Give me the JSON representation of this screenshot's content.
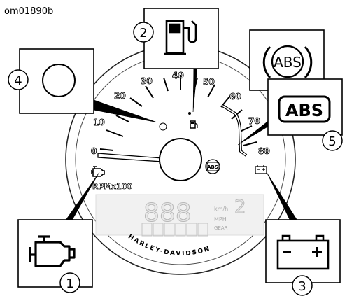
{
  "figure_id": "om01890b",
  "gauge": {
    "speed_ticks": [
      "0",
      "10",
      "20",
      "30",
      "40",
      "50",
      "60",
      "70",
      "80"
    ],
    "tach_label_rpm": "RPM",
    "tach_label_mult": "x100",
    "brand": "HARLEY-DAVIDSON",
    "unit_kmh": "km/h",
    "unit_mph": "MPH",
    "unit_gear": "GEAR",
    "odometer_segments": "888",
    "gear_digit": "2",
    "abs_text": "ABS"
  },
  "callouts": [
    {
      "number": "1",
      "icon": "check-engine-icon"
    },
    {
      "number": "2",
      "icon": "fuel-pump-icon"
    },
    {
      "number": "3",
      "icon": "battery-icon"
    },
    {
      "number": "4",
      "icon": "blank-circle-icon"
    },
    {
      "number": "5",
      "icon": "abs-text-icon",
      "text": "ABS"
    }
  ],
  "abs_alt_icon": {
    "icon": "abs-circle-icon",
    "text": "ABS"
  }
}
